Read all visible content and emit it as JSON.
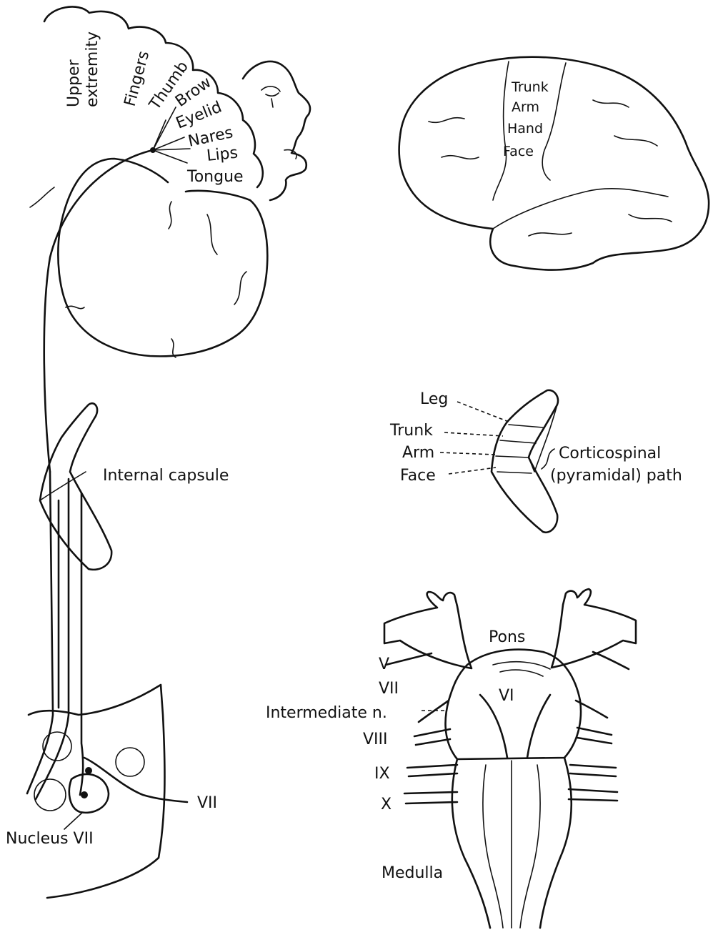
{
  "homunculus": {
    "upper_extremity_1": "Upper",
    "upper_extremity_2": "extremity",
    "fingers": "Fingers",
    "thumb": "Thumb",
    "brow": "Brow",
    "eyelid": "Eyelid",
    "nares": "Nares",
    "lips": "Lips",
    "tongue": "Tongue"
  },
  "lateral_brain": {
    "trunk": "Trunk",
    "arm": "Arm",
    "hand": "Hand",
    "face": "Face"
  },
  "capsule_detail": {
    "leg": "Leg",
    "trunk": "Trunk",
    "arm": "Arm",
    "face": "Face",
    "path_1": "Corticospinal",
    "path_2": "(pyramidal) path"
  },
  "left_pathway": {
    "internal_capsule": "Internal capsule",
    "nerve_vii": "VII",
    "nucleus_vii": "Nucleus VII"
  },
  "brainstem": {
    "pons": "Pons",
    "v": "V",
    "vi": "VI",
    "vii": "VII",
    "intermediate": "Intermediate n.",
    "viii": "VIII",
    "ix": "IX",
    "x": "X",
    "medulla": "Medulla"
  }
}
